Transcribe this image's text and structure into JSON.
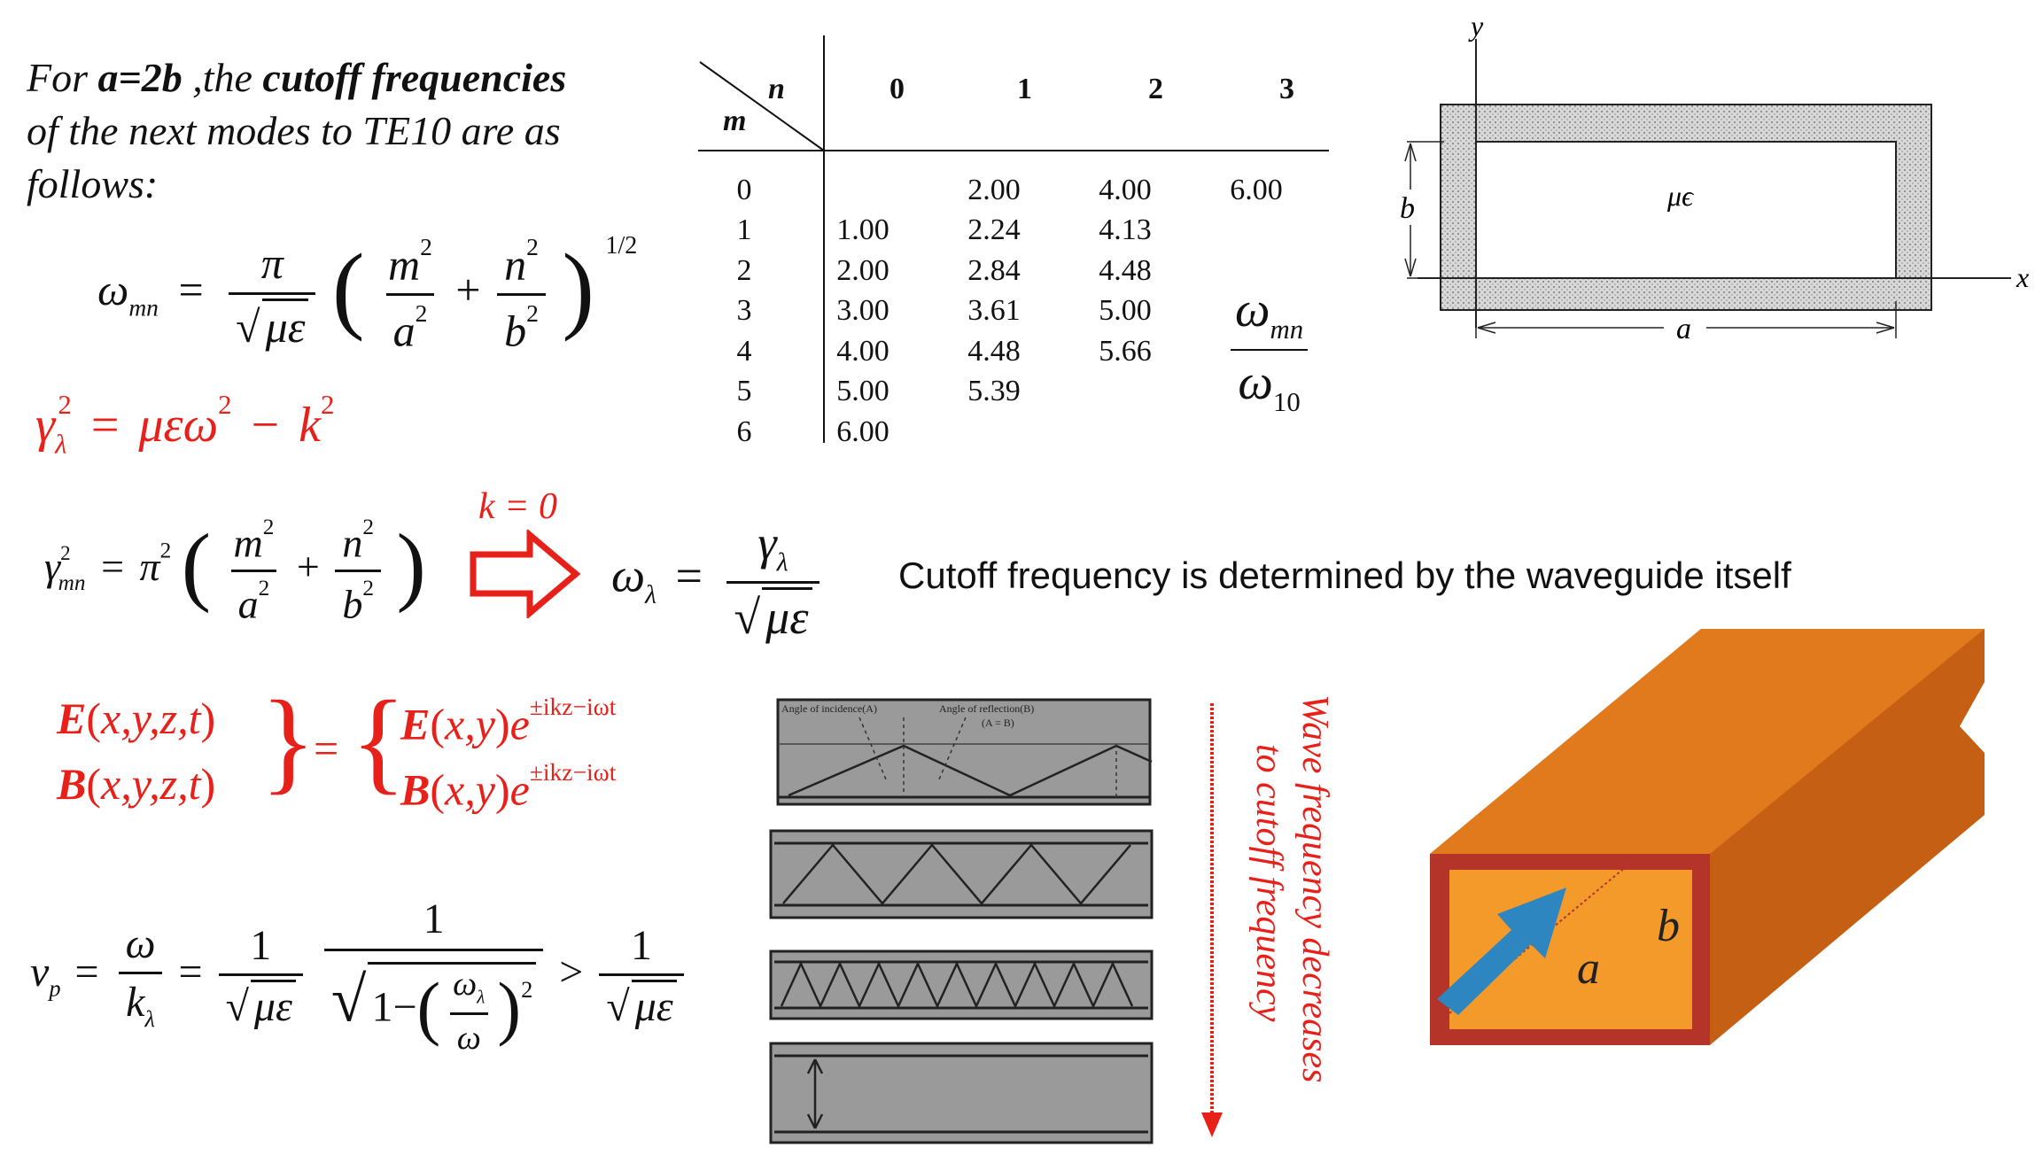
{
  "intro": {
    "line1_a": "For ",
    "line1_b": "a=2b",
    "line1_c": " ,the  ",
    "line1_d": "cutoff frequencies",
    "line2": "of the next modes to TE10 are as",
    "line3": "follows:"
  },
  "table": {
    "n_label": "n",
    "m_label": "m",
    "col_headers": [
      "0",
      "1",
      "2",
      "3"
    ],
    "rows": [
      {
        "m": "0",
        "cells": [
          "",
          "2.00",
          "4.00",
          "6.00"
        ]
      },
      {
        "m": "1",
        "cells": [
          "1.00",
          "2.24",
          "4.13",
          ""
        ]
      },
      {
        "m": "2",
        "cells": [
          "2.00",
          "2.84",
          "4.48",
          ""
        ]
      },
      {
        "m": "3",
        "cells": [
          "3.00",
          "3.61",
          "5.00",
          ""
        ]
      },
      {
        "m": "4",
        "cells": [
          "4.00",
          "4.48",
          "5.66",
          ""
        ]
      },
      {
        "m": "5",
        "cells": [
          "5.00",
          "5.39",
          "",
          ""
        ]
      },
      {
        "m": "6",
        "cells": [
          "6.00",
          "",
          "",
          ""
        ]
      }
    ],
    "ratio_num": "ω",
    "ratio_num_sub": "mn",
    "ratio_den": "ω",
    "ratio_den_sub": "10"
  },
  "waveguide_diagram": {
    "axis_y": "y",
    "axis_x": "x",
    "dim_b": "b",
    "dim_a": "a",
    "medium": "μϵ"
  },
  "arrow_label": "k = 0",
  "caption": "Cutoff frequency is determined by the waveguide itself",
  "side_caption_line1": "Wave frequency decreases",
  "side_caption_line2": "to cutoff frequency",
  "ray_panel": {
    "label_a": "Angle of incidence(A)",
    "label_b": "Angle of reflection(B)",
    "label_ab": "(A = B)"
  },
  "waveguide_3d": {
    "label_a": "a",
    "label_b": "b"
  },
  "colors": {
    "red": "#e8201a",
    "orange_top": "#e07a1c",
    "orange_side": "#c55f14",
    "orange_face": "#f39a2a",
    "rim": "#b4342a",
    "blue_arrow": "#2e86c1",
    "panel_gray": "#9a9a9a"
  }
}
